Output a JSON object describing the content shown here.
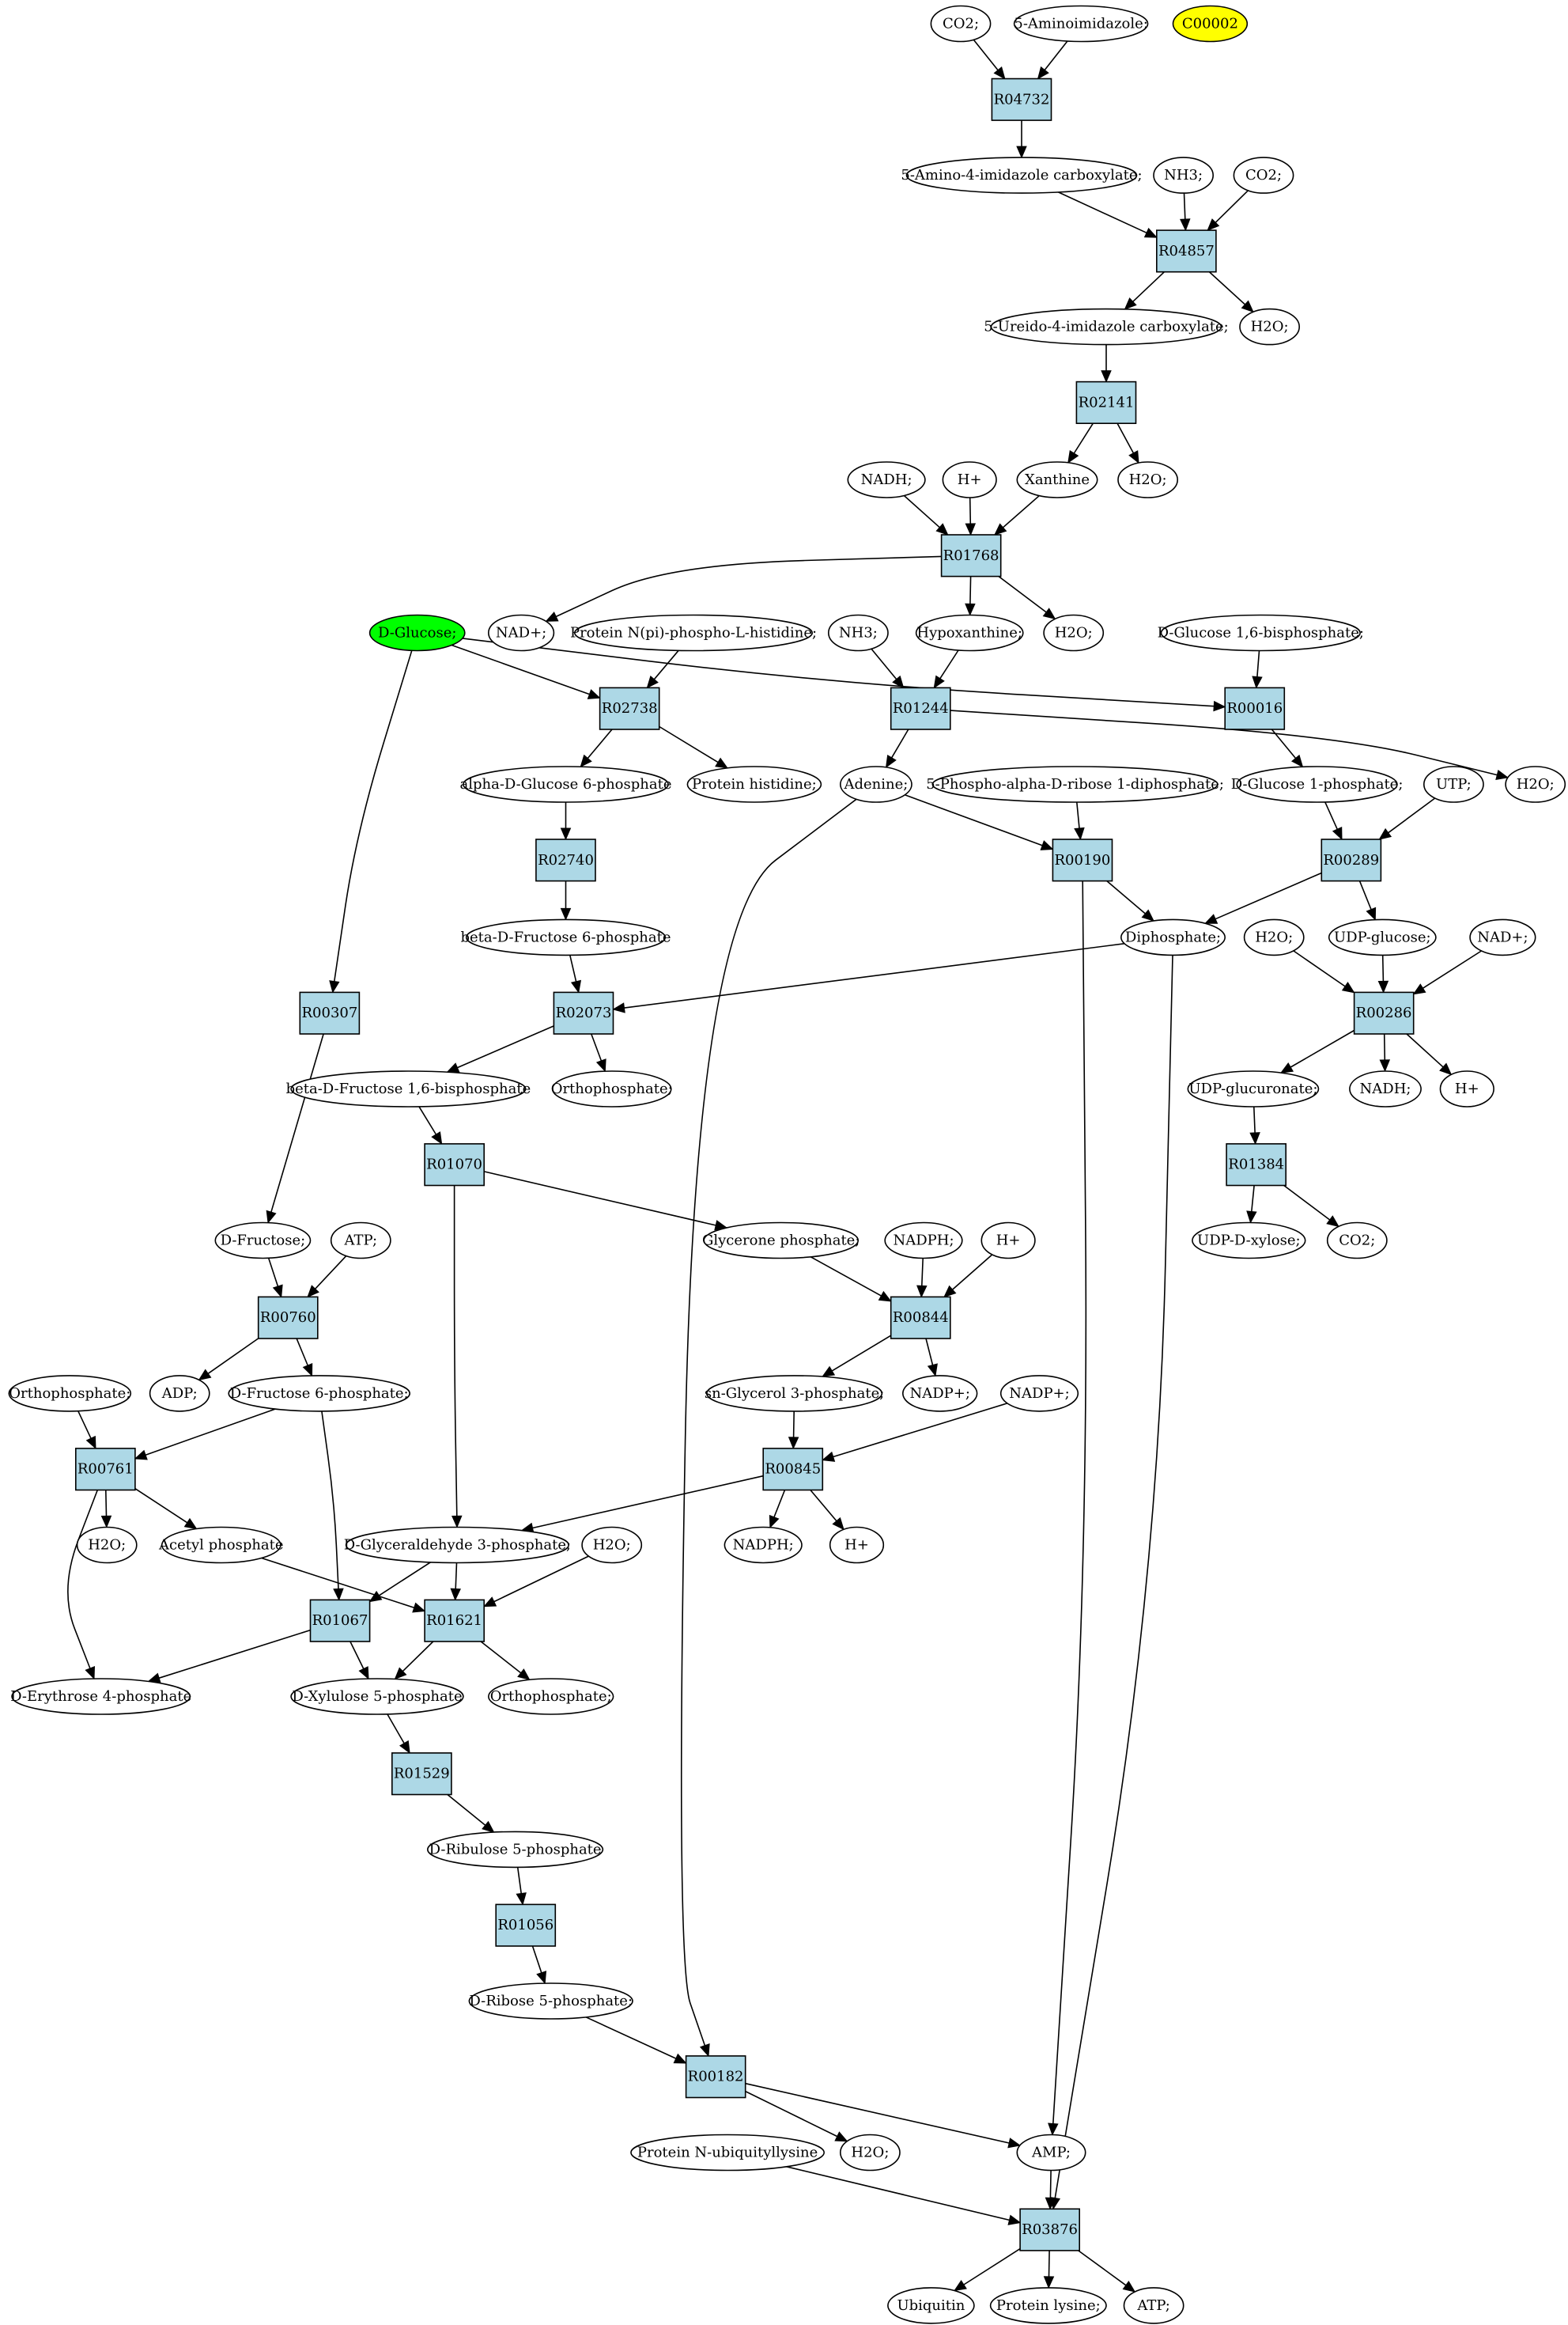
{
  "colors": {
    "reaction_fill": "#add8e6",
    "compound_fill": "#ffffff",
    "query_fill": "#ffff00",
    "highlight_fill": "#00ff00"
  },
  "compounds": [
    {
      "id": "c_co2_a",
      "label": "CO2;"
    },
    {
      "id": "c_5aminoimidazole",
      "label": "5-Aminoimidazole;"
    },
    {
      "id": "c_c00002",
      "label": "C00002",
      "style": "query"
    },
    {
      "id": "c_5amino4imidazole",
      "label": "5-Amino-4-imidazole carboxylate;"
    },
    {
      "id": "c_nh3_a",
      "label": "NH3;"
    },
    {
      "id": "c_co2_b",
      "label": "CO2;"
    },
    {
      "id": "c_5ureido",
      "label": "5-Ureido-4-imidazole carboxylate;"
    },
    {
      "id": "c_h2o_a",
      "label": "H2O;"
    },
    {
      "id": "c_nadh_a",
      "label": "NADH;"
    },
    {
      "id": "c_hplus_a",
      "label": "H+"
    },
    {
      "id": "c_xanthine",
      "label": "Xanthine"
    },
    {
      "id": "c_h2o_b",
      "label": "H2O;"
    },
    {
      "id": "c_dglucose",
      "label": "D-Glucose;",
      "style": "highlight"
    },
    {
      "id": "c_nadplus_a",
      "label": "NAD+;"
    },
    {
      "id": "c_proteinnpi",
      "label": "Protein N(pi)-phospho-L-histidine;"
    },
    {
      "id": "c_nh3_b",
      "label": "NH3;"
    },
    {
      "id": "c_hypoxanthine",
      "label": "Hypoxanthine;"
    },
    {
      "id": "c_h2o_c",
      "label": "H2O;"
    },
    {
      "id": "c_dglucose16bp",
      "label": "D-Glucose 1,6-bisphosphate;"
    },
    {
      "id": "c_alphadglucose6p",
      "label": "alpha-D-Glucose 6-phosphate"
    },
    {
      "id": "c_proteinhistidine",
      "label": "Protein histidine;"
    },
    {
      "id": "c_adenine",
      "label": "Adenine;"
    },
    {
      "id": "c_5phosphoribose",
      "label": "5-Phospho-alpha-D-ribose 1-diphosphate;"
    },
    {
      "id": "c_dglucose1p",
      "label": "D-Glucose 1-phosphate;"
    },
    {
      "id": "c_utp",
      "label": "UTP;"
    },
    {
      "id": "c_h2o_d",
      "label": "H2O;"
    },
    {
      "id": "c_betadfructose6p",
      "label": "beta-D-Fructose 6-phosphate"
    },
    {
      "id": "c_diphosphate",
      "label": "Diphosphate;"
    },
    {
      "id": "c_h2o_e",
      "label": "H2O;"
    },
    {
      "id": "c_udpglucose",
      "label": "UDP-glucose;"
    },
    {
      "id": "c_nadplus_b",
      "label": "NAD+;"
    },
    {
      "id": "c_betadfructose16bp",
      "label": "beta-D-Fructose 1,6-bisphosphate"
    },
    {
      "id": "c_orthophosphate_a",
      "label": "Orthophosphate;"
    },
    {
      "id": "c_udpglucuronate",
      "label": "UDP-glucuronate;"
    },
    {
      "id": "c_nadh_b",
      "label": "NADH;"
    },
    {
      "id": "c_hplus_b",
      "label": "H+"
    },
    {
      "id": "c_dfructose",
      "label": "D-Fructose;"
    },
    {
      "id": "c_atp_a",
      "label": "ATP;"
    },
    {
      "id": "c_glyceronep",
      "label": "Glycerone phosphate;"
    },
    {
      "id": "c_nadph_a",
      "label": "NADPH;"
    },
    {
      "id": "c_hplus_c",
      "label": "H+"
    },
    {
      "id": "c_udpdxylose",
      "label": "UDP-D-xylose;"
    },
    {
      "id": "c_co2_c",
      "label": "CO2;"
    },
    {
      "id": "c_orthophosphate_b",
      "label": "Orthophosphate;"
    },
    {
      "id": "c_adp",
      "label": "ADP;"
    },
    {
      "id": "c_dfructose6p",
      "label": "D-Fructose 6-phosphate;"
    },
    {
      "id": "c_snglycerol3p",
      "label": "sn-Glycerol 3-phosphate;"
    },
    {
      "id": "c_nadpplus_a",
      "label": "NADP+;"
    },
    {
      "id": "c_nadpplus_b",
      "label": "NADP+;"
    },
    {
      "id": "c_h2o_f",
      "label": "H2O;"
    },
    {
      "id": "c_acetylphosphate",
      "label": "Acetyl phosphate"
    },
    {
      "id": "c_dglyceraldehyde3p",
      "label": "D-Glyceraldehyde 3-phosphate;"
    },
    {
      "id": "c_h2o_g",
      "label": "H2O;"
    },
    {
      "id": "c_nadph_b",
      "label": "NADPH;"
    },
    {
      "id": "c_hplus_d",
      "label": "H+"
    },
    {
      "id": "c_derythrose4p",
      "label": "D-Erythrose 4-phosphate"
    },
    {
      "id": "c_dxylulose5p",
      "label": "D-Xylulose 5-phosphate"
    },
    {
      "id": "c_orthophosphate_c",
      "label": "Orthophosphate;"
    },
    {
      "id": "c_dribulose5p",
      "label": "D-Ribulose 5-phosphate"
    },
    {
      "id": "c_dribose5p",
      "label": "D-Ribose 5-phosphate;"
    },
    {
      "id": "c_proteinubiq",
      "label": "Protein N-ubiquityllysine"
    },
    {
      "id": "c_h2o_h",
      "label": "H2O;"
    },
    {
      "id": "c_amp",
      "label": "AMP;"
    },
    {
      "id": "c_ubiquitin",
      "label": "Ubiquitin"
    },
    {
      "id": "c_proteinlysine",
      "label": "Protein lysine;"
    },
    {
      "id": "c_atp_b",
      "label": "ATP;"
    }
  ],
  "reactions": [
    {
      "id": "r04732",
      "label": "R04732"
    },
    {
      "id": "r04857",
      "label": "R04857"
    },
    {
      "id": "r02141",
      "label": "R02141"
    },
    {
      "id": "r01768",
      "label": "R01768"
    },
    {
      "id": "r02738",
      "label": "R02738"
    },
    {
      "id": "r01244",
      "label": "R01244"
    },
    {
      "id": "r00016",
      "label": "R00016"
    },
    {
      "id": "r02740",
      "label": "R02740"
    },
    {
      "id": "r00190",
      "label": "R00190"
    },
    {
      "id": "r00289",
      "label": "R00289"
    },
    {
      "id": "r00307",
      "label": "R00307"
    },
    {
      "id": "r02073",
      "label": "R02073"
    },
    {
      "id": "r00286",
      "label": "R00286"
    },
    {
      "id": "r01070",
      "label": "R01070"
    },
    {
      "id": "r01384",
      "label": "R01384"
    },
    {
      "id": "r00760",
      "label": "R00760"
    },
    {
      "id": "r00844",
      "label": "R00844"
    },
    {
      "id": "r00761",
      "label": "R00761"
    },
    {
      "id": "r00845",
      "label": "R00845"
    },
    {
      "id": "r01067",
      "label": "R01067"
    },
    {
      "id": "r01621",
      "label": "R01621"
    },
    {
      "id": "r01529",
      "label": "R01529"
    },
    {
      "id": "r01056",
      "label": "R01056"
    },
    {
      "id": "r00182",
      "label": "R00182"
    },
    {
      "id": "r03876",
      "label": "R03876"
    }
  ],
  "edges": [
    [
      "c_co2_a",
      "r04732"
    ],
    [
      "c_5aminoimidazole",
      "r04732"
    ],
    [
      "r04732",
      "c_5amino4imidazole"
    ],
    [
      "c_5amino4imidazole",
      "r04857"
    ],
    [
      "c_nh3_a",
      "r04857"
    ],
    [
      "c_co2_b",
      "r04857"
    ],
    [
      "r04857",
      "c_5ureido"
    ],
    [
      "r04857",
      "c_h2o_a"
    ],
    [
      "c_5ureido",
      "r02141"
    ],
    [
      "r02141",
      "c_xanthine"
    ],
    [
      "r02141",
      "c_h2o_b"
    ],
    [
      "c_nadh_a",
      "r01768"
    ],
    [
      "c_hplus_a",
      "r01768"
    ],
    [
      "c_xanthine",
      "r01768"
    ],
    [
      "r01768",
      "c_nadplus_a"
    ],
    [
      "r01768",
      "c_hypoxanthine"
    ],
    [
      "r01768",
      "c_h2o_c"
    ],
    [
      "c_dglucose",
      "r02738"
    ],
    [
      "c_proteinnpi",
      "r02738"
    ],
    [
      "r02738",
      "c_alphadglucose6p"
    ],
    [
      "r02738",
      "c_proteinhistidine"
    ],
    [
      "c_nh3_b",
      "r01244"
    ],
    [
      "c_hypoxanthine",
      "r01244"
    ],
    [
      "r01244",
      "c_adenine"
    ],
    [
      "r01244",
      "c_h2o_d"
    ],
    [
      "c_dglucose",
      "r00016"
    ],
    [
      "c_dglucose16bp",
      "r00016"
    ],
    [
      "r00016",
      "c_dglucose1p"
    ],
    [
      "c_alphadglucose6p",
      "r02740"
    ],
    [
      "r02740",
      "c_betadfructose6p"
    ],
    [
      "c_adenine",
      "r00190"
    ],
    [
      "c_5phosphoribose",
      "r00190"
    ],
    [
      "r00190",
      "c_diphosphate"
    ],
    [
      "c_dglucose1p",
      "r00289"
    ],
    [
      "c_utp",
      "r00289"
    ],
    [
      "r00289",
      "c_diphosphate"
    ],
    [
      "r00289",
      "c_udpglucose"
    ],
    [
      "c_dglucose",
      "r00307"
    ],
    [
      "r00307",
      "c_dfructose"
    ],
    [
      "c_betadfructose6p",
      "r02073"
    ],
    [
      "c_diphosphate",
      "r02073"
    ],
    [
      "r02073",
      "c_betadfructose16bp"
    ],
    [
      "r02073",
      "c_orthophosphate_a"
    ],
    [
      "c_h2o_e",
      "r00286"
    ],
    [
      "c_udpglucose",
      "r00286"
    ],
    [
      "c_nadplus_b",
      "r00286"
    ],
    [
      "r00286",
      "c_udpglucuronate"
    ],
    [
      "r00286",
      "c_nadh_b"
    ],
    [
      "r00286",
      "c_hplus_b"
    ],
    [
      "c_betadfructose16bp",
      "r01070"
    ],
    [
      "r01070",
      "c_glyceronep"
    ],
    [
      "r01070",
      "c_dglyceraldehyde3p"
    ],
    [
      "c_udpglucuronate",
      "r01384"
    ],
    [
      "r01384",
      "c_udpdxylose"
    ],
    [
      "r01384",
      "c_co2_c"
    ],
    [
      "c_dfructose",
      "r00760"
    ],
    [
      "c_atp_a",
      "r00760"
    ],
    [
      "r00760",
      "c_adp"
    ],
    [
      "r00760",
      "c_dfructose6p"
    ],
    [
      "c_glyceronep",
      "r00844"
    ],
    [
      "c_nadph_a",
      "r00844"
    ],
    [
      "c_hplus_c",
      "r00844"
    ],
    [
      "r00844",
      "c_snglycerol3p"
    ],
    [
      "r00844",
      "c_nadpplus_a"
    ],
    [
      "c_orthophosphate_b",
      "r00761"
    ],
    [
      "c_dfructose6p",
      "r00761"
    ],
    [
      "r00761",
      "c_h2o_f"
    ],
    [
      "r00761",
      "c_acetylphosphate"
    ],
    [
      "r00761",
      "c_derythrose4p"
    ],
    [
      "c_snglycerol3p",
      "r00845"
    ],
    [
      "c_nadpplus_b",
      "r00845"
    ],
    [
      "r00845",
      "c_dglyceraldehyde3p"
    ],
    [
      "r00845",
      "c_nadph_b"
    ],
    [
      "r00845",
      "c_hplus_d"
    ],
    [
      "c_dfructose6p",
      "r01067"
    ],
    [
      "c_dglyceraldehyde3p",
      "r01067"
    ],
    [
      "r01067",
      "c_derythrose4p"
    ],
    [
      "r01067",
      "c_dxylulose5p"
    ],
    [
      "c_acetylphosphate",
      "r01621"
    ],
    [
      "c_dglyceraldehyde3p",
      "r01621"
    ],
    [
      "c_h2o_g",
      "r01621"
    ],
    [
      "r01621",
      "c_dxylulose5p"
    ],
    [
      "r01621",
      "c_orthophosphate_c"
    ],
    [
      "c_dxylulose5p",
      "r01529"
    ],
    [
      "r01529",
      "c_dribulose5p"
    ],
    [
      "c_dribulose5p",
      "r01056"
    ],
    [
      "r01056",
      "c_dribose5p"
    ],
    [
      "c_dribose5p",
      "r00182"
    ],
    [
      "c_adenine",
      "r00182"
    ],
    [
      "r00182",
      "c_h2o_h"
    ],
    [
      "r00182",
      "c_amp"
    ],
    [
      "r00190",
      "c_amp"
    ],
    [
      "c_proteinubiq",
      "r03876"
    ],
    [
      "c_amp",
      "r03876"
    ],
    [
      "c_diphosphate",
      "r03876"
    ],
    [
      "r03876",
      "c_ubiquitin"
    ],
    [
      "r03876",
      "c_proteinlysine"
    ],
    [
      "r03876",
      "c_atp_b"
    ]
  ]
}
